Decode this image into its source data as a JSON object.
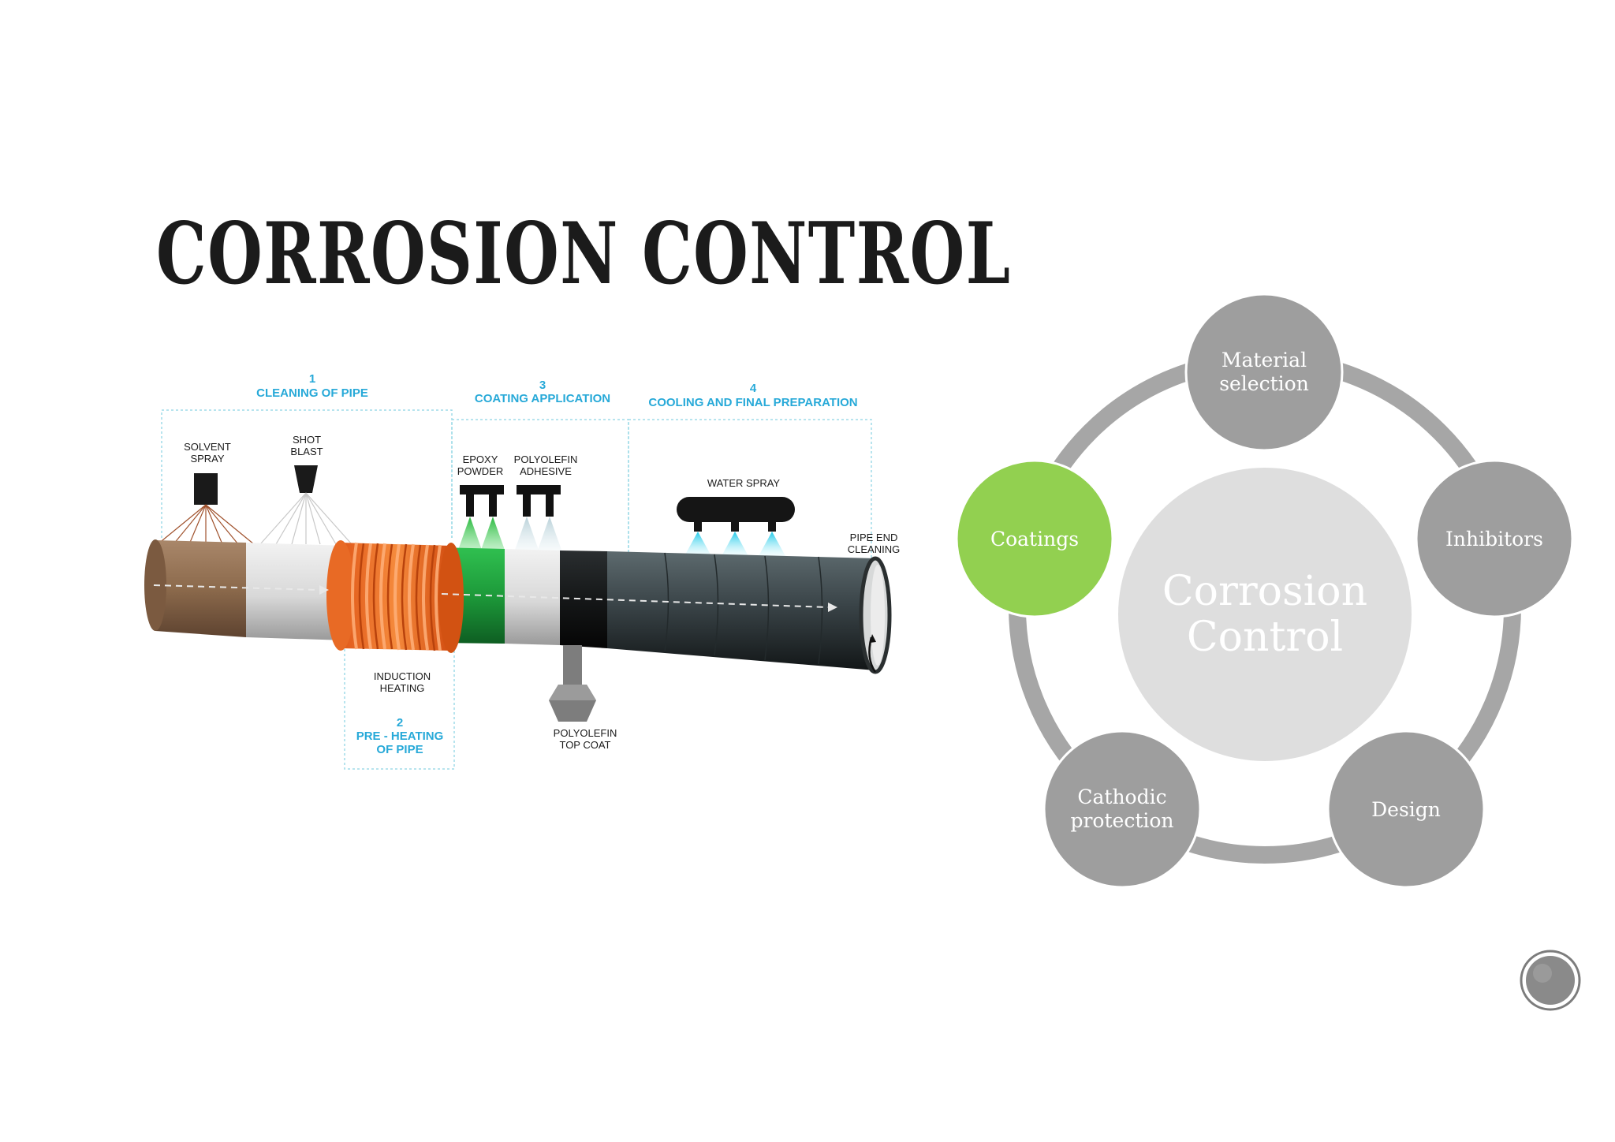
{
  "title": "CORROSION CONTROL",
  "pipeline": {
    "stage1": {
      "number": "1",
      "label": "CLEANING OF PIPE"
    },
    "stage2": {
      "number": "2",
      "label_line1": "PRE - HEATING",
      "label_line2": "OF PIPE"
    },
    "stage3": {
      "number": "3",
      "label": "COATING APPLICATION"
    },
    "stage4": {
      "number": "4",
      "label": "COOLING AND FINAL PREPARATION"
    },
    "solvent_spray": [
      "SOLVENT",
      "SPRAY"
    ],
    "shot_blast": [
      "SHOT",
      "BLAST"
    ],
    "epoxy_powder": [
      "EPOXY",
      "POWDER"
    ],
    "polyolefin_adhesive": [
      "POLYOLEFIN",
      "ADHESIVE"
    ],
    "water_spray": "WATER SPRAY",
    "pipe_end_cleaning": [
      "PIPE END",
      "CLEANING"
    ],
    "induction_heating": [
      "INDUCTION",
      "HEATING"
    ],
    "polyolefin_top_coat": [
      "POLYOLEFIN",
      "TOP COAT"
    ]
  },
  "cycle": {
    "center_line1": "Corrosion",
    "center_line2": "Control",
    "nodes": {
      "material": [
        "Material",
        "selection"
      ],
      "inhibitors": "Inhibitors",
      "design": "Design",
      "cathodic": [
        "Cathodic",
        "protection"
      ],
      "coatings": "Coatings"
    },
    "colors": {
      "node": "#9e9e9e",
      "highlight": "#92d050",
      "center": "#dedede",
      "ring": "#a6a6a6"
    }
  }
}
